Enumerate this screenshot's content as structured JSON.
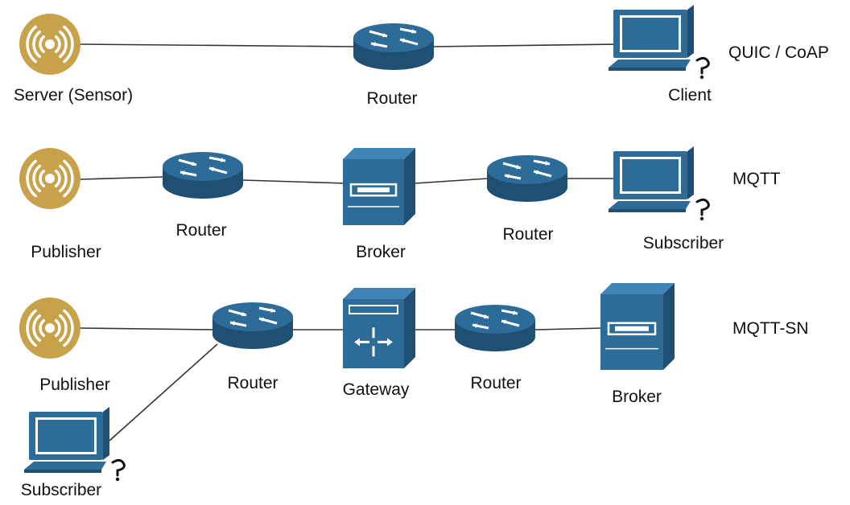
{
  "colors": {
    "device_blue": "#2d6b99",
    "device_blue_dark": "#1f4f73",
    "sensor_gold": "#c8a24a",
    "line": "#333333"
  },
  "rows": [
    {
      "protocol": "QUIC / CoAP",
      "nodes": [
        {
          "type": "sensor",
          "icon": "sensor-icon",
          "label": "Server (Sensor)"
        },
        {
          "type": "router",
          "icon": "router-icon",
          "label": "Router"
        },
        {
          "type": "client",
          "icon": "computer-icon",
          "label": "Client"
        }
      ]
    },
    {
      "protocol": "MQTT",
      "nodes": [
        {
          "type": "sensor",
          "icon": "sensor-icon",
          "label": "Publisher"
        },
        {
          "type": "router",
          "icon": "router-icon",
          "label": "Router"
        },
        {
          "type": "server",
          "icon": "server-icon",
          "label": "Broker"
        },
        {
          "type": "router",
          "icon": "router-icon",
          "label": "Router"
        },
        {
          "type": "client",
          "icon": "computer-icon",
          "label": "Subscriber"
        }
      ]
    },
    {
      "protocol": "MQTT-SN",
      "nodes": [
        {
          "type": "sensor",
          "icon": "sensor-icon",
          "label": "Publisher"
        },
        {
          "type": "router",
          "icon": "router-icon",
          "label": "Router"
        },
        {
          "type": "gateway",
          "icon": "gateway-icon",
          "label": "Gateway"
        },
        {
          "type": "router",
          "icon": "router-icon",
          "label": "Router"
        },
        {
          "type": "server",
          "icon": "server-icon",
          "label": "Broker"
        },
        {
          "type": "client",
          "icon": "computer-icon",
          "label": "Subscriber"
        }
      ]
    }
  ]
}
